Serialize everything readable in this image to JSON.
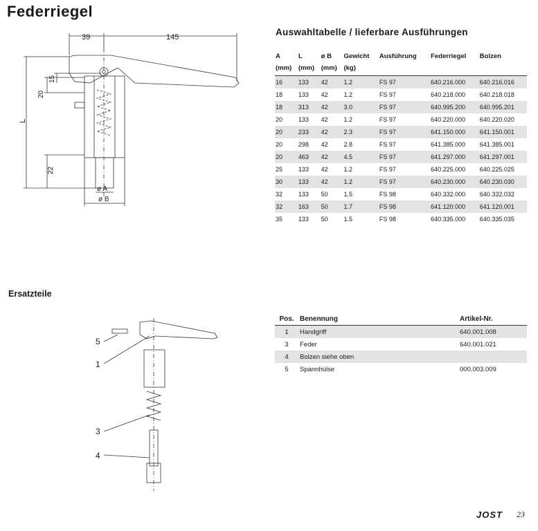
{
  "title": "Federriegel",
  "selection": {
    "title": "Auswahltabelle / lieferbare Ausführungen",
    "headers": [
      "A",
      "L",
      "ø B",
      "Gewicht",
      "Ausführung",
      "Federriegel",
      "Bolzen"
    ],
    "units": [
      "(mm)",
      "(mm)",
      "(mm)",
      "(kg)",
      "",
      "",
      ""
    ],
    "rows": [
      [
        "16",
        "133",
        "42",
        "1.2",
        "FS 97",
        "640.216.000",
        "640.216.016"
      ],
      [
        "18",
        "133",
        "42",
        "1.2",
        "FS 97",
        "640.218.000",
        "640.218.018"
      ],
      [
        "18",
        "313",
        "42",
        "3.0",
        "FS 97",
        "640.995.200",
        "640.995.201"
      ],
      [
        "20",
        "133",
        "42",
        "1.2",
        "FS 97",
        "640.220.000",
        "640.220.020"
      ],
      [
        "20",
        "233",
        "42",
        "2.3",
        "FS 97",
        "641.150.000",
        "641.150.001"
      ],
      [
        "20",
        "298",
        "42",
        "2.8",
        "FS 97",
        "641.385.000",
        "641.385.001"
      ],
      [
        "20",
        "463",
        "42",
        "4.5",
        "FS 97",
        "641.297.000",
        "641.297.001"
      ],
      [
        "25",
        "133",
        "42",
        "1.2",
        "FS 97",
        "640.225.000",
        "640.225.025"
      ],
      [
        "30",
        "133",
        "42",
        "1.2",
        "FS 97",
        "640.230.000",
        "640.230.030"
      ],
      [
        "32",
        "133",
        "50",
        "1.5",
        "FS 98",
        "640.332.000",
        "640.332.032"
      ],
      [
        "32",
        "163",
        "50",
        "1.7",
        "FS 98",
        "641.120.000",
        "641.120.001"
      ],
      [
        "35",
        "133",
        "50",
        "1.5",
        "FS 98",
        "640.335.000",
        "640.335.035"
      ]
    ]
  },
  "spares": {
    "title": "Ersatzteile",
    "headers": [
      "Pos.",
      "Benennung",
      "Artikel-Nr."
    ],
    "rows": [
      [
        "1",
        "Handgriff",
        "640.001.008"
      ],
      [
        "3",
        "Feder",
        "640.001.021"
      ],
      [
        "4",
        "Bolzen siehe oben",
        ""
      ],
      [
        "5",
        "Spannhülse",
        "000.003.009"
      ]
    ]
  },
  "drawing": {
    "dim_39": "39",
    "dim_145": "145",
    "dim_15": "15",
    "dim_20": "20",
    "dim_L": "L",
    "dim_22": "22",
    "dim_A": "ø A",
    "dim_B": "ø B"
  },
  "exploded": {
    "label_5": "5",
    "label_1": "1",
    "label_3": "3",
    "label_4": "4"
  },
  "footer": {
    "brand": "JOST",
    "page": "23"
  }
}
